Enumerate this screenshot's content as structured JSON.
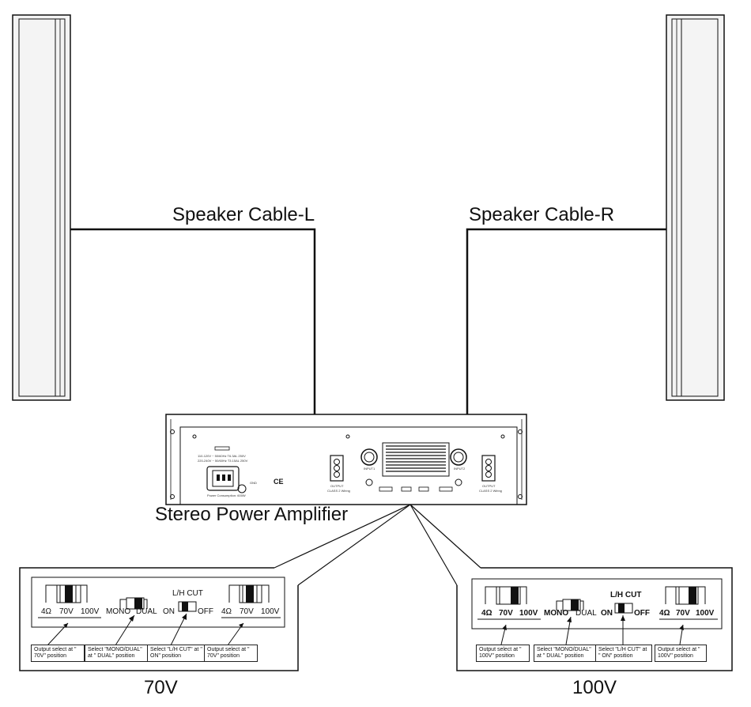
{
  "labels": {
    "cable_left": "Speaker Cable-L",
    "cable_right": "Speaker Cable-R",
    "amplifier": "Stereo Power Amplifier",
    "panel_70v_caption": "70V",
    "panel_100v_caption": "100V"
  },
  "switches": {
    "ohm": "4Ω",
    "v70": "70V",
    "v100": "100V",
    "mono": "MONO",
    "dual": "DUAL",
    "lhcut": "L/H CUT",
    "on": "ON",
    "off": "OFF"
  },
  "notes_70v": {
    "out_left": "Output select at \" 70V\" position",
    "mono_dual": "Select \"MONO/DUAL\" at \" DUAL\" position",
    "lhcut": "Select \"L/H CUT\" at \" ON\" position",
    "out_right": "Output select at \" 70V\" position"
  },
  "notes_100v": {
    "out_left": "Output select at \" 100V\" position",
    "mono_dual": "Select \"MONO/DUAL\" at \" DUAL\" position",
    "lhcut": "Select \"L/H CUT\" at \" ON\" position",
    "out_right": "Output select at \" 100V\" position"
  },
  "amp_panel": {
    "power_spec_1": "110-120V ~ 50/60Hz T6.3AL 250V",
    "power_spec_2": "220-240V ~ 50/60Hz T3.15AL 250V",
    "power_consumption": "Power Consumption: 600W",
    "gnd": "GND",
    "ce_mark": "CE",
    "input1": "INPUT1",
    "input2": "INPUT2",
    "output": "OUTPUT",
    "class2": "CLASS 2 Wiring"
  },
  "colors": {
    "line": "#111111",
    "speaker_fill": "#f4f4f4"
  }
}
